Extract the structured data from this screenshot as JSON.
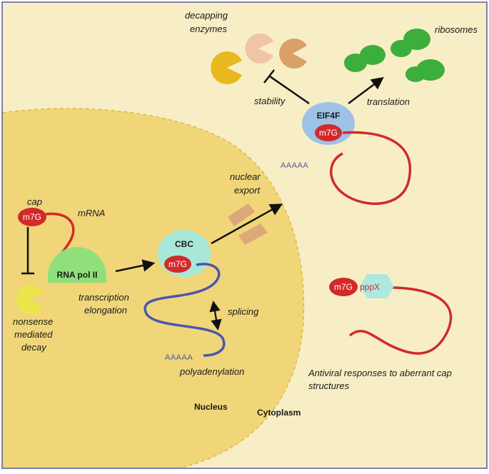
{
  "labels": {
    "decapping_enzymes_l1": "decapping",
    "decapping_enzymes_l2": "enzymes",
    "ribosomes": "ribosomes",
    "stability": "stability",
    "translation": "translation",
    "eif4f": "EIF4F",
    "nuclear_export_l1": "nuclear",
    "nuclear_export_l2": "export",
    "cap": "cap",
    "mrna": "mRNA",
    "rna_pol_ii": "RNA pol II",
    "transcription_elongation_l1": "transcription",
    "transcription_elongation_l2": "elongation",
    "nmd_l1": "nonsense",
    "nmd_l2": "mediated",
    "nmd_l3": "decay",
    "cbc": "CBC",
    "splicing": "splicing",
    "polyadenylation": "polyadenylation",
    "nucleus": "Nucleus",
    "cytoplasm": "Cytoplasm",
    "antiviral_l1": "Antiviral responses to aberrant cap",
    "antiviral_l2": "structures",
    "m7g": "m7G",
    "aaaaa": "AAAAA",
    "pppx": "pppX"
  },
  "colors": {
    "cytoplasm_bg": "#f8eec5",
    "nucleus_fill": "#f0d679",
    "border": "#5a5a9a",
    "cap_red": "#d22a2a",
    "mrna_blue": "#4a56b0",
    "eif4f_blue": "#9ec2e6",
    "cbc_teal": "#a8e8d8",
    "hex_teal": "#aee8e2",
    "rna_pol_green": "#8fe07a",
    "ribosome_green": "#3cae3c",
    "nmd_yellow": "#ede64a",
    "decap_yellow": "#e8b81e",
    "decap_peach": "#f0c4a6",
    "decap_tan": "#d9a06a",
    "pore_tan": "#dba87a"
  }
}
